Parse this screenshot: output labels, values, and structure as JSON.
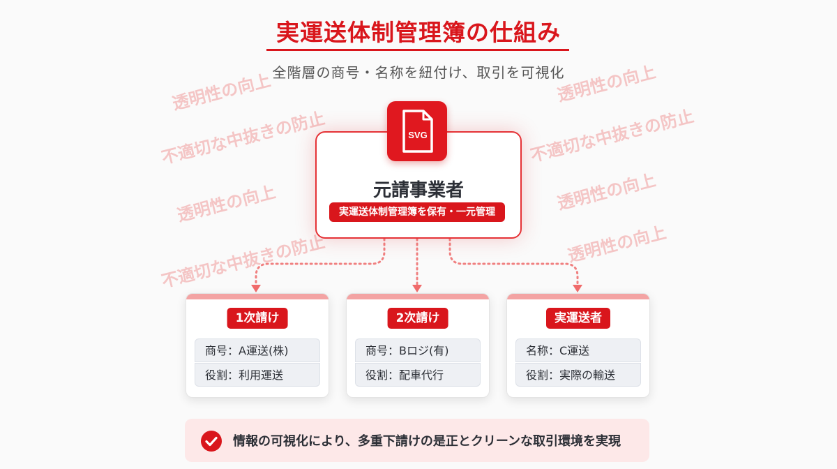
{
  "title": "実運送体制管理簿の仕組み",
  "subtitle": "全階層の商号・名称を紐付け、取引を可視化",
  "watermarks": {
    "transparency": "透明性の向上",
    "prevention": "不適切な中抜きの防止"
  },
  "top_node": {
    "icon": "svg-file-icon",
    "icon_label": "SVG",
    "title": "元請事業者",
    "badge": "実運送体制管理簿を保有・一元管理"
  },
  "nodes": [
    {
      "badge": "1次請け",
      "row1": "商号：A運送(株)",
      "row2": "役割：利用運送"
    },
    {
      "badge": "2次請け",
      "row1": "商号：Bロジ(有)",
      "row2": "役割：配車代行"
    },
    {
      "badge": "実運送者",
      "row1": "名称：C運送",
      "row2": "役割：実際の輸送"
    }
  ],
  "footer": {
    "icon": "check-circle-icon",
    "text": "情報の可視化により、多重下請けの是正とクリーンな取引環境を実現"
  },
  "colors": {
    "accent": "#d9161c",
    "watermark": "#f3b4b4",
    "footer_bg": "#fde8e8"
  }
}
